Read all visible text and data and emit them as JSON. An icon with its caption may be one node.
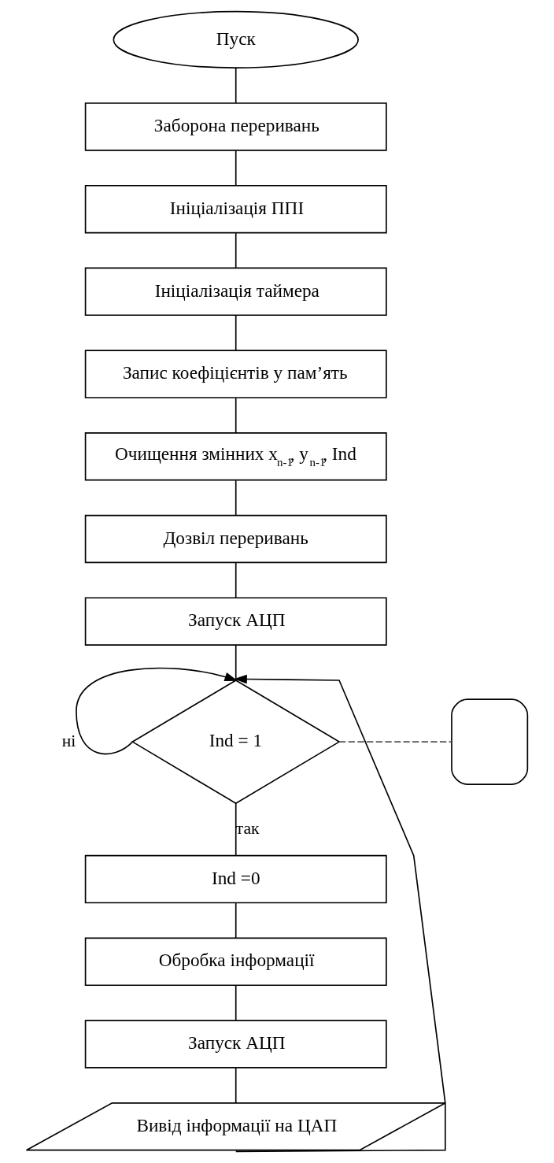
{
  "diagram": {
    "nodes": [
      {
        "text": [
          "Пуск"
        ]
      },
      {
        "text": [
          "Заборона переривань"
        ]
      },
      {
        "text": [
          "Ініціалізація ППІ"
        ]
      },
      {
        "text": [
          "Ініціалізація таймера"
        ]
      },
      {
        "text": [
          "Запис коефіцієнтів у пам’ять"
        ]
      },
      {
        "text": [
          "Очищення змінних x$_{n-1}$, y$_{n-1}$, Ind"
        ]
      },
      {
        "text": [
          "Дозвіл переривань"
        ]
      },
      {
        "text": [
          "Запуск АЦП"
        ]
      },
      {
        "text": [
          "Ind = 1"
        ]
      },
      {
        "text": [
          "Ind =0"
        ]
      },
      {
        "text": [
          "Обробка інформації"
        ]
      },
      {
        "text": [
          "Запуск АЦП"
        ]
      },
      {
        "text": [
          "Вивід інформації на ЦАП"
        ]
      },
      {
        "text": [],
        "shape": "box"
      }
    ],
    "edges": [
      {
        "from": 0,
        "to": 1,
        "arrow": "none"
      },
      {
        "from": 1,
        "to": 2,
        "arrow": "none"
      },
      {
        "from": 2,
        "to": 3,
        "arrow": "none"
      },
      {
        "from": 3,
        "to": 4,
        "arrow": "none"
      },
      {
        "from": 4,
        "to": 5,
        "arrow": "none"
      },
      {
        "from": 5,
        "to": 6,
        "arrow": "none"
      },
      {
        "from": 6,
        "to": 7,
        "arrow": "none"
      },
      {
        "from": 7,
        "to": 8,
        "arrow": "none"
      },
      {
        "from": 8,
        "to": 8,
        "arrow": "to",
        "label": "ні"
      },
      {
        "from": 8,
        "to": 9,
        "arrow": "none",
        "label": "так"
      },
      {
        "from": 9,
        "to": 10,
        "arrow": "none"
      },
      {
        "from": 10,
        "to": 11,
        "arrow": "none"
      },
      {
        "from": 11,
        "to": 12,
        "arrow": "none"
      },
      {
        "from": 12,
        "to": 8,
        "arrow": "to"
      },
      {
        "from": 8,
        "to": 13,
        "arrow": "none",
        "style": "dashed",
        "color": "#555555"
      }
    ]
  }
}
